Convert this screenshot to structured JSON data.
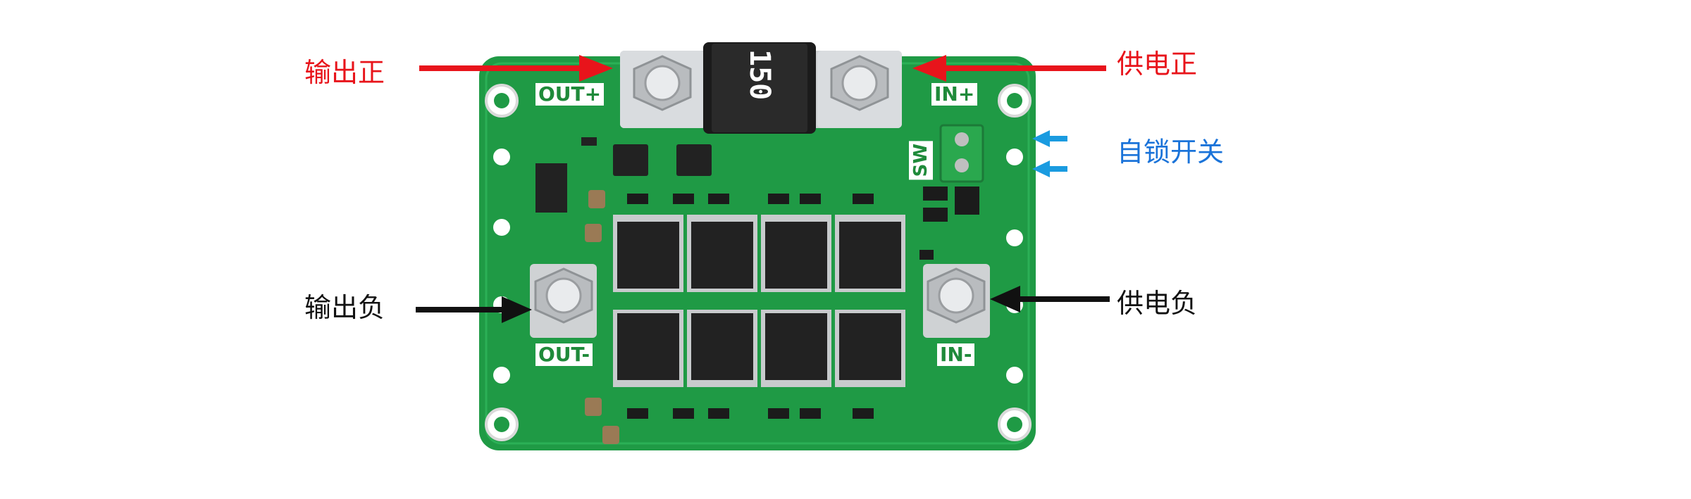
{
  "labels": {
    "out_pos": "输出正",
    "in_pos": "供电正",
    "switch": "自锁开关",
    "out_neg": "输出负",
    "in_neg": "供电负"
  },
  "silkscreen": {
    "out_pos": "OUT+",
    "in_pos": "IN+",
    "out_neg": "OUT-",
    "in_neg": "IN-",
    "sw": "SW"
  },
  "fuse_value": "150",
  "colors": {
    "board": "#1f9a45",
    "red_arrow": "#e8141b",
    "blue_arrow": "#1a9be0",
    "black_arrow": "#111111"
  }
}
